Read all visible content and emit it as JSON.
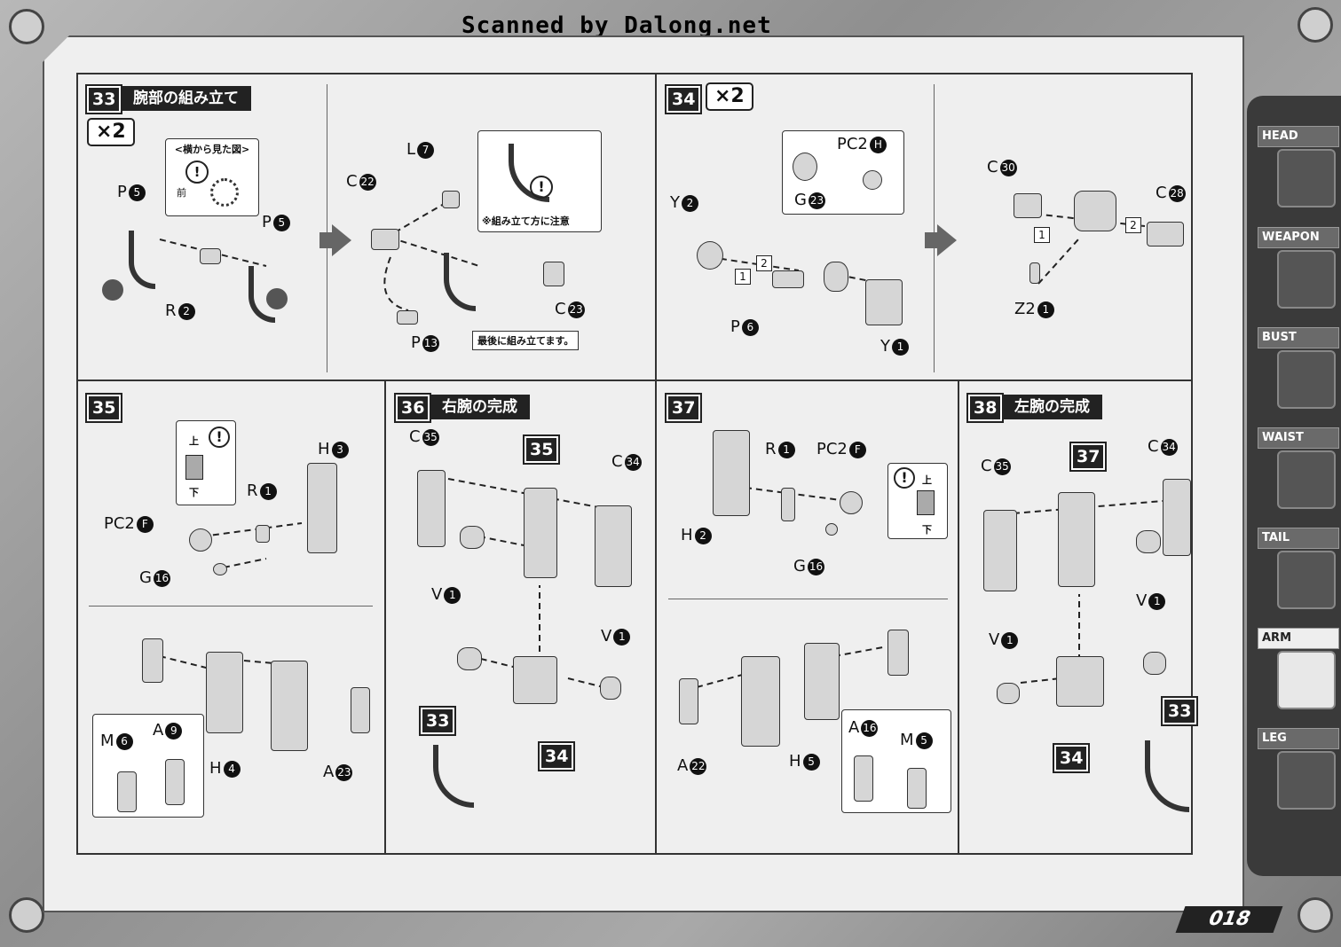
{
  "header": {
    "scanned": "Scanned by Dalong.net"
  },
  "steps": {
    "s33": {
      "num": "33",
      "title": "腕部の組み立て",
      "mult": "×2",
      "side_view": "<横から見た図>",
      "front": "前",
      "labels": [
        "P",
        "P",
        "R",
        "L",
        "C",
        "C",
        "P"
      ],
      "nums": [
        "5",
        "5",
        "2",
        "7",
        "22",
        "23",
        "13"
      ],
      "note_assembly": "※組み立て方に注意",
      "note_last": "最後に組み立てます。"
    },
    "s34": {
      "num": "34",
      "mult": "×2",
      "labels": [
        "PC2",
        "G",
        "Y",
        "P",
        "Y",
        "C",
        "C",
        "Z2"
      ],
      "nums": [
        "H",
        "23",
        "2",
        "6",
        "1",
        "30",
        "28",
        "1"
      ],
      "steps_small": [
        "1",
        "2",
        "1",
        "2"
      ]
    },
    "s35": {
      "num": "35",
      "up": "上",
      "down": "下",
      "labels": [
        "H",
        "R",
        "PC2",
        "G",
        "M",
        "A",
        "H",
        "A"
      ],
      "nums": [
        "3",
        "1",
        "F",
        "16",
        "6",
        "9",
        "4",
        "23"
      ]
    },
    "s36": {
      "num": "36",
      "title": "右腕の完成",
      "labels": [
        "C",
        "C",
        "V",
        "V"
      ],
      "nums": [
        "35",
        "34",
        "1",
        "1"
      ],
      "refs": [
        "35",
        "33",
        "34"
      ]
    },
    "s37": {
      "num": "37",
      "up": "上",
      "down": "下",
      "labels": [
        "R",
        "PC2",
        "H",
        "G",
        "A",
        "M",
        "A",
        "H"
      ],
      "nums": [
        "1",
        "F",
        "2",
        "16",
        "16",
        "5",
        "22",
        "5"
      ]
    },
    "s38": {
      "num": "38",
      "title": "左腕の完成",
      "labels": [
        "C",
        "C",
        "V",
        "V"
      ],
      "nums": [
        "35",
        "34",
        "1",
        "1"
      ],
      "refs": [
        "37",
        "33",
        "34"
      ]
    }
  },
  "sidebar": {
    "tabs": [
      "HEAD",
      "WEAPON",
      "BUST",
      "WAIST",
      "TAIL",
      "ARM",
      "LEG"
    ],
    "active": "ARM"
  },
  "page": {
    "number": "018"
  }
}
